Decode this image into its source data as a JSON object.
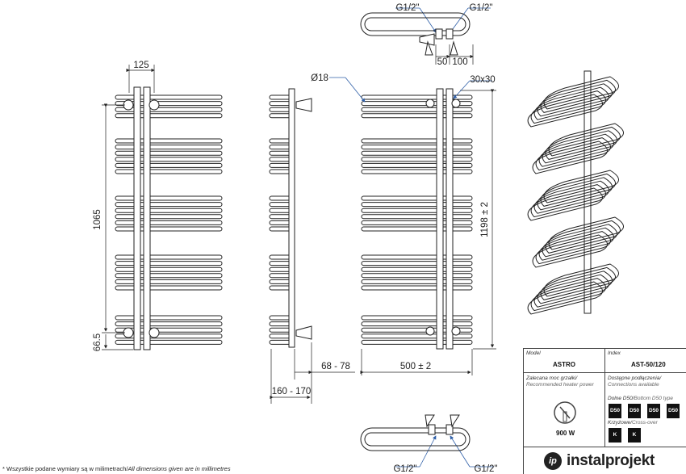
{
  "dimensions": {
    "top_width": "125",
    "height_main": "1065",
    "height_bottom": "66.5",
    "tube_diameter": "Ø18",
    "profile": "30x30",
    "overall_height": "1198 ± 2",
    "depth_range_1": "68 - 78",
    "depth_range_2": "160 - 170",
    "overall_width": "500 ± 2",
    "conn_offset_1": "50",
    "conn_offset_2": "100",
    "thread_top_left": "G1/2\"",
    "thread_top_right": "G1/2\"",
    "thread_bottom_left": "G1/2\"",
    "thread_bottom_right": "G1/2\""
  },
  "info": {
    "model_label_pl": "Model",
    "model_value": "ASTRO",
    "index_label": "Index",
    "index_value": "AST-50/120",
    "power_label_pl": "Zalecana moc grzałki/",
    "power_label_en": "Recommended heater power",
    "power_value": "900 W",
    "conn_label_pl": "Dostępne podłączenia/",
    "conn_label_en": "Connections available",
    "bottom_type_pl": "Dolne D50/",
    "bottom_type_en": "Bottom D50 type",
    "badges_d50": [
      "D50",
      "D50",
      "D50",
      "D50"
    ],
    "cross_pl": "Krzyżowe/",
    "cross_en": "Cross-over",
    "badges_k": [
      "K",
      "K"
    ]
  },
  "brand": {
    "logo_text": "ip",
    "name": "instalprojekt"
  },
  "footnote": {
    "text_pl": "* Wszystkie podane wymiary są w milimetrach/",
    "text_en": "All dimensions given are in millimetres"
  },
  "colors": {
    "line": "#222222",
    "dimension": "#2a2a2a",
    "leader": "#2f5fa8",
    "badge": "#111111"
  }
}
